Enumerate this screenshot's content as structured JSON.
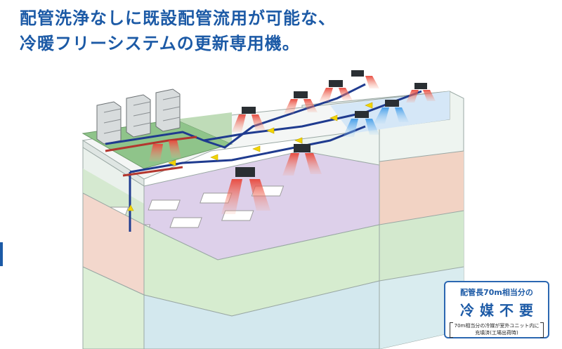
{
  "headline": {
    "line1": "配管洗浄なしに既設配管流用が可能な、",
    "line2": "冷暖フリーシステムの更新専用機。"
  },
  "badge": {
    "subtitle": "配管長70m相当分の",
    "main": "冷媒不要",
    "note_line1": "70m相当分の冷媒が室外ユニット内に",
    "note_line2": "充填済(工場出荷時)"
  },
  "colors": {
    "headline": "#1c5aa6",
    "pipe": "#1f3b8f",
    "arrow": "#f2d400",
    "hot_air": "#e8463a",
    "cold_air": "#3f9be8",
    "floor_purple": "#d9cbe6",
    "floor_green": "#cfe7c9",
    "floor_blue": "#cfe6ec",
    "roof_green": "#7fb87a"
  }
}
